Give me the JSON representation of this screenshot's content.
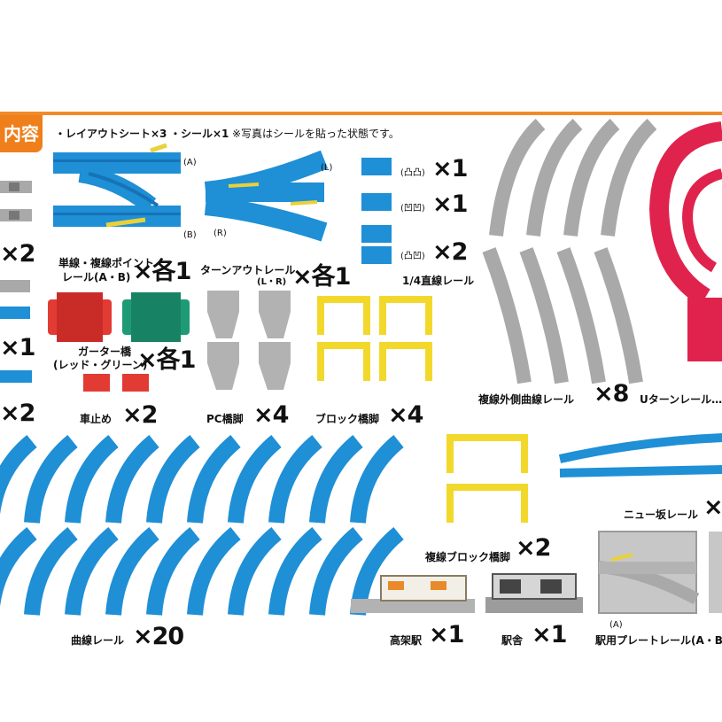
{
  "header": {
    "section_tag": "内容",
    "sheet_text": "・レイアウトシート×3",
    "seal_text": "・シール×1",
    "note_text": "※写真はシールを貼った状態です。"
  },
  "variant_labels": {
    "A": "(A)",
    "B": "(B)",
    "L": "(L)",
    "R": "(R)",
    "a1": "(凸凸)",
    "a2": "(凹凹)",
    "a3": "(凸凹)",
    "station_a": "(A)"
  },
  "items": {
    "point_rail": {
      "label_line1": "単線・複線ポイント",
      "label_line2": "レール(A・B)",
      "qty": "×各1"
    },
    "turnout_rail": {
      "label_line1": "ターンアウトレール",
      "label_line2": "(L・R)",
      "qty": "×各1"
    },
    "short_rail_1": {
      "qty": "×1"
    },
    "short_rail_2": {
      "qty": "×1"
    },
    "short_rail_3": {
      "qty": "×2"
    },
    "quarter_straight": {
      "label": "1/4直線レール"
    },
    "girder_bridge": {
      "label_line1": "ガーター橋",
      "label_line2": "(レッド・グリーン)",
      "qty": "×各1"
    },
    "stopper": {
      "label": "車止め",
      "qty": "×2"
    },
    "pc_pier": {
      "label": "PC橋脚",
      "qty": "×4"
    },
    "block_pier": {
      "label": "ブロック橋脚",
      "qty": "×4"
    },
    "outer_curve": {
      "label": "複線外側曲線レール",
      "qty": "×8"
    },
    "uturn_rail": {
      "label": "Uターンレール…"
    },
    "curve_rail": {
      "label": "曲線レール",
      "qty": "×20"
    },
    "double_block_pier": {
      "label": "複線ブロック橋脚",
      "qty": "×2"
    },
    "new_slope": {
      "label": "ニュー坂レール",
      "qty": "×"
    },
    "elevated_station": {
      "label": "高架駅",
      "qty": "×1"
    },
    "station_building": {
      "label": "駅舎",
      "qty": "×1"
    },
    "station_plate_rail": {
      "label": "駅用プレートレール(A・B)"
    },
    "left_cut_1": {
      "qty": "×2"
    },
    "left_cut_2": {
      "qty": "×1"
    },
    "left_cut_3": {
      "qty": "×2"
    }
  },
  "colors": {
    "accent_orange": "#ef7f1a",
    "rail_blue": "#1f8fd6",
    "rail_grey": "#a9a9a9",
    "uturn_red": "#e0234d",
    "pier_yellow": "#f3d82c",
    "bridge_red": "#e23b34",
    "bridge_green": "#1f9a76"
  }
}
